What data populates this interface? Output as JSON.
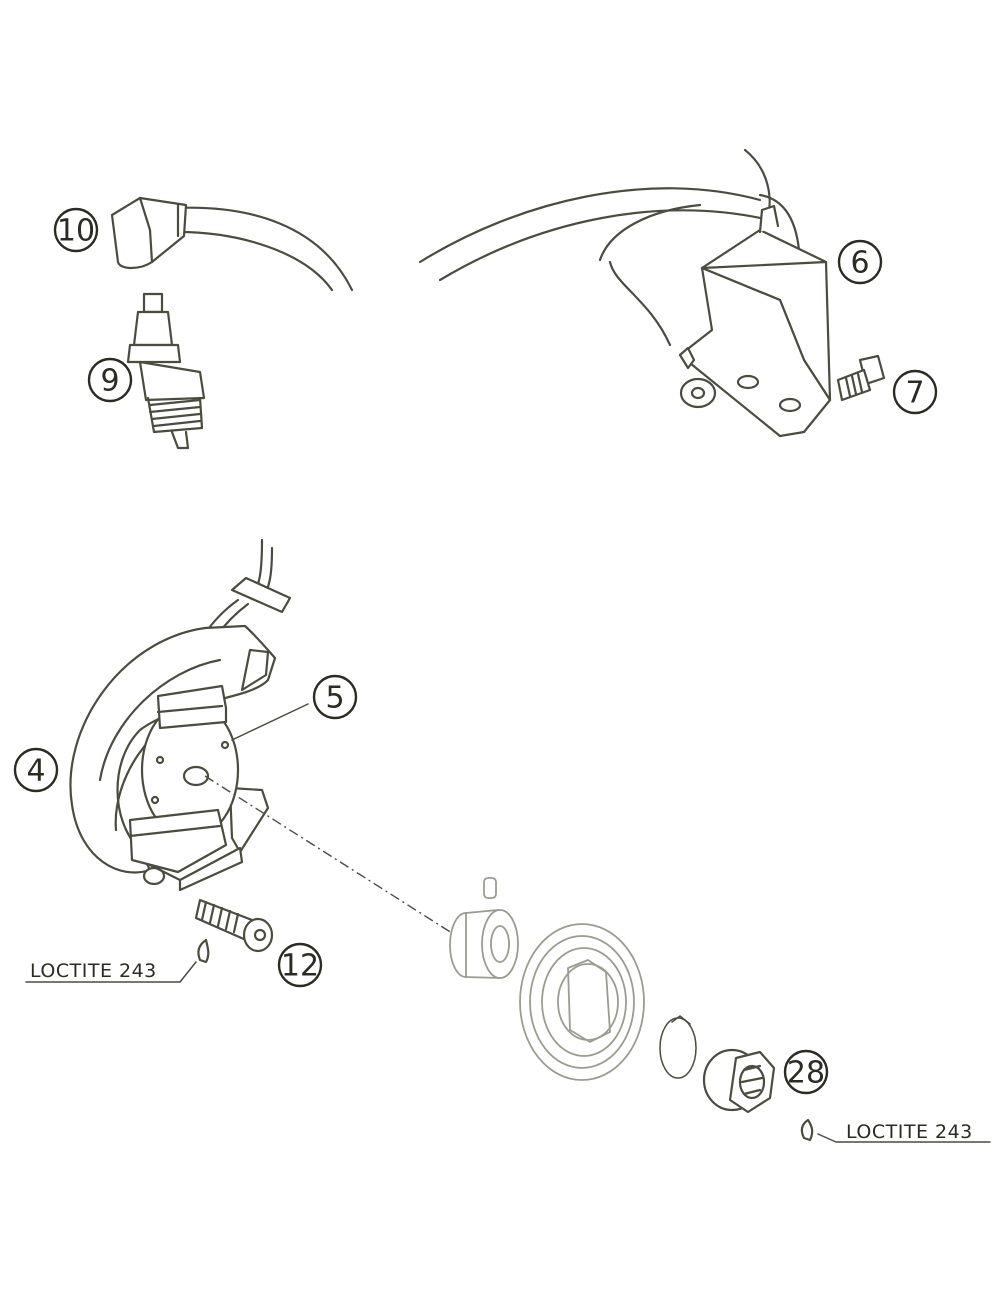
{
  "callouts": {
    "c10": "10",
    "c9": "9",
    "c6": "6",
    "c7": "7",
    "c5": "5",
    "c4": "4",
    "c12": "12",
    "c28": "28"
  },
  "notes": {
    "loctite_left": "LOCTITE 243",
    "loctite_right": "LOCTITE 243"
  },
  "colors": {
    "line": "#4a4d3e",
    "faint_line": "#9a9c8e",
    "ink": "#2a2c22"
  }
}
